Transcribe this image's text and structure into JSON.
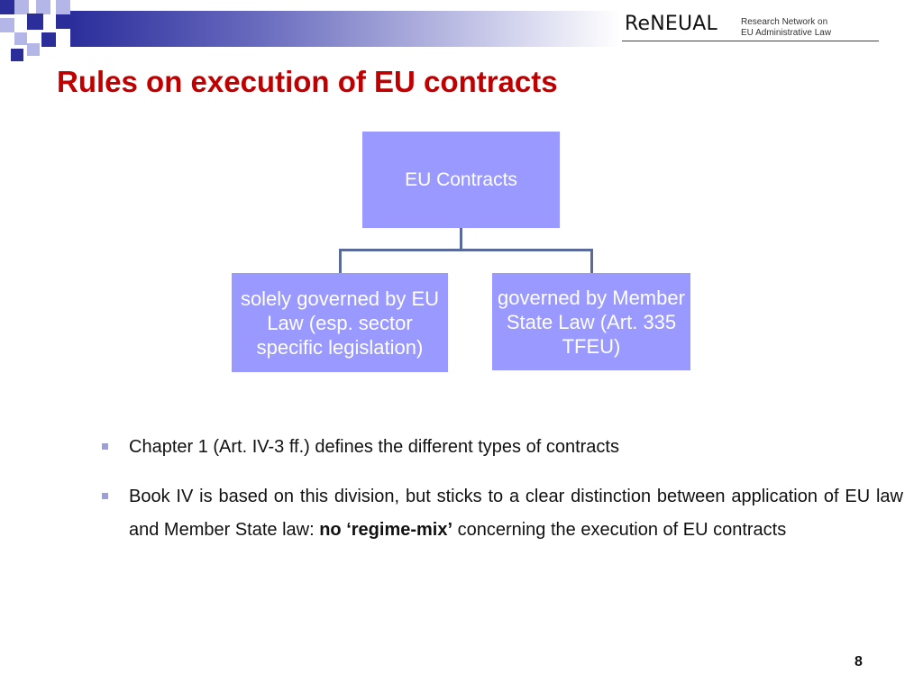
{
  "header": {
    "logo_main": "ReNEUAL",
    "logo_sub_line1": "Research Network on",
    "logo_sub_line2": "EU Administrative Law"
  },
  "slide": {
    "title": "Rules on execution of EU contracts",
    "page_number": "8"
  },
  "diagram": {
    "root": "EU Contracts",
    "left_child": "solely governed by EU Law (esp. sector specific legislation)",
    "right_child": "governed by Member State Law (Art. 335 TFEU)",
    "node_color": "#9999ff",
    "connector_color": "#5a6a9a"
  },
  "bullets": {
    "item1": "Chapter 1 (Art. IV-3 ff.) defines the different types of contracts",
    "item2_part1": "Book IV is based on this division, but sticks to a clear distinction between application of EU law and Member State law: ",
    "item2_bold": "no  ‘regime-mix’",
    "item2_part2": " concerning the execution of EU contracts"
  },
  "colors": {
    "title": "#c00000",
    "accent_blue": "#2b2d9b",
    "accent_lavender": "#b3b6e6"
  }
}
